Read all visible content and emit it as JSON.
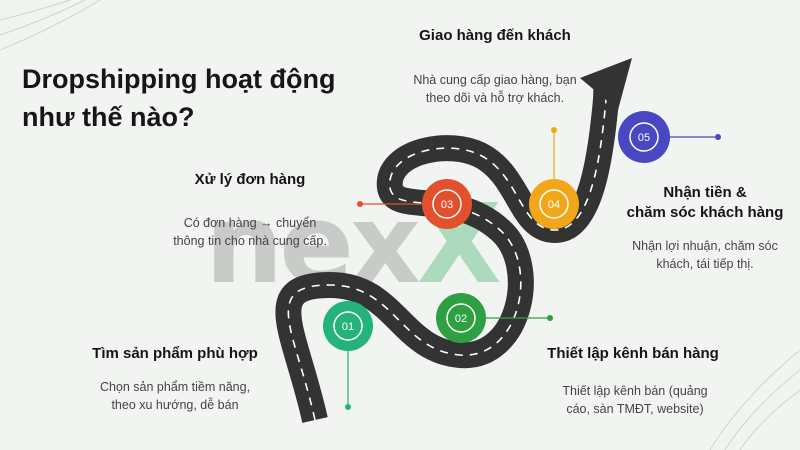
{
  "title": "Dropshipping hoạt động\nnhư thế nào?",
  "brand_text": "nex",
  "brand_accent": "X",
  "colors": {
    "step1": "#24b37a",
    "step2": "#2ea043",
    "step3": "#e2502e",
    "step4": "#f2a71b",
    "step5": "#4a47c2",
    "road": "#333333"
  },
  "steps": [
    {
      "num": "01",
      "title": "Tìm sản phẩm phù hợp",
      "desc": "Chọn sản phẩm tiềm năng,\ntheo xu hướng, dễ bán"
    },
    {
      "num": "02",
      "title": "Thiết lập kênh bán hàng",
      "desc": "Thiết lập kênh bán (quảng\ncáo, sàn TMĐT, website)"
    },
    {
      "num": "03",
      "title": "Xử lý đơn hàng",
      "desc": "Có đơn hàng → chuyển\nthông tin cho nhà cung cấp."
    },
    {
      "num": "04",
      "title": "Giao hàng đến khách",
      "desc": "Nhà cung cấp giao hàng, bạn\ntheo dõi và hỗ trợ khách."
    },
    {
      "num": "05",
      "title": "Nhận tiền &\nchăm sóc khách hàng",
      "desc": "Nhận lợi nhuận, chăm sóc\nkhách, tái tiếp thị."
    }
  ]
}
